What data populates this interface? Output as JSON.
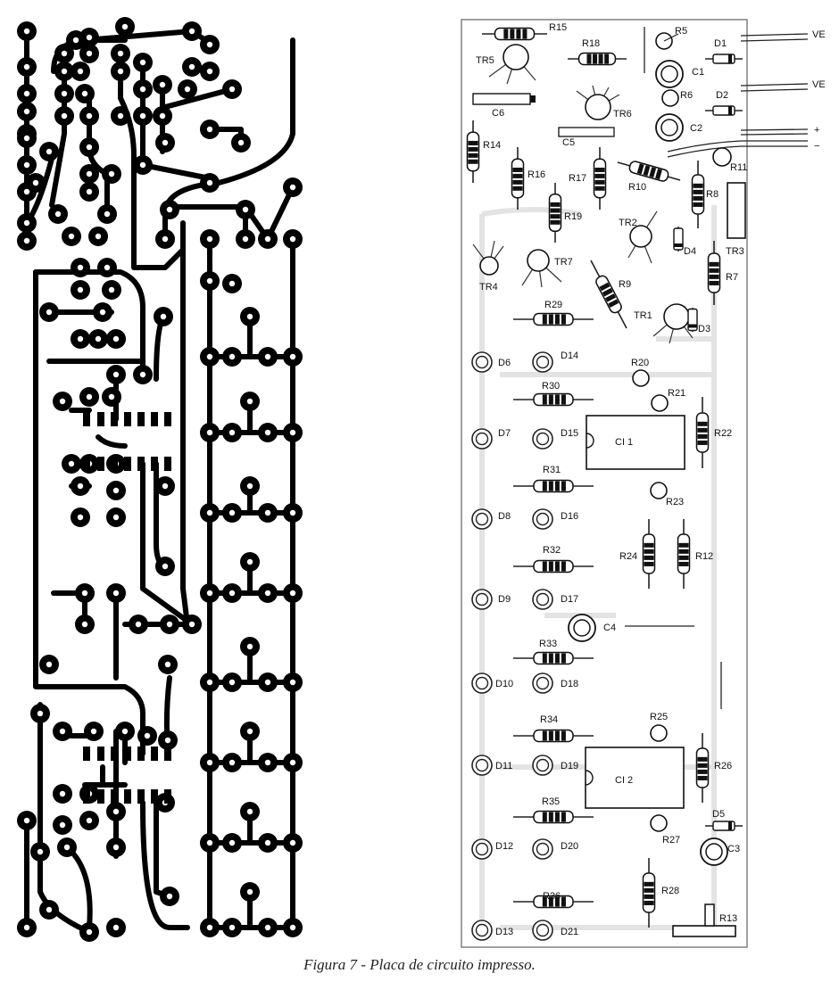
{
  "caption": "Figura 7 - Placa de circuito impresso.",
  "components": {
    "R15": "R15",
    "R18": "R18",
    "R5": "R5",
    "D1": "D1",
    "VE1": "VE",
    "TR5": "TR5",
    "C1": "C1",
    "R6": "R6",
    "D2": "D2",
    "VE2": "VE",
    "C6": "C6",
    "TR6": "TR6",
    "C2": "C2",
    "plus": "+",
    "minus": "−",
    "C5": "C5",
    "R14": "R14",
    "R11": "R11",
    "R16": "R16",
    "R17": "R17",
    "R10": "R10",
    "R8": "R8",
    "R19": "R19",
    "TR2": "TR2",
    "D4": "D4",
    "TR3": "TR3",
    "TR7": "TR7",
    "TR4": "TR4",
    "R9": "R9",
    "R7": "R7",
    "R29": "R29",
    "TR1": "TR1",
    "D3": "D3",
    "D6": "D6",
    "D14": "D14",
    "R20": "R20",
    "R30": "R30",
    "R21": "R21",
    "CI1": "CI 1",
    "R22": "R22",
    "D7": "D7",
    "D15": "D15",
    "R31": "R31",
    "R23": "R23",
    "D8": "D8",
    "D16": "D16",
    "R32": "R32",
    "R24": "R24",
    "R12": "R12",
    "D9": "D9",
    "D17": "D17",
    "C4": "C4",
    "R33": "R33",
    "D10": "D10",
    "D18": "D18",
    "R34": "R34",
    "R25": "R25",
    "D11": "D11",
    "D19": "D19",
    "CI2": "CI 2",
    "R26": "R26",
    "R35": "R35",
    "D5": "D5",
    "D12": "D12",
    "D20": "D20",
    "R27": "R27",
    "C3": "C3",
    "R28": "R28",
    "R36": "R36",
    "R13": "R13",
    "D13": "D13",
    "D21": "D21"
  }
}
